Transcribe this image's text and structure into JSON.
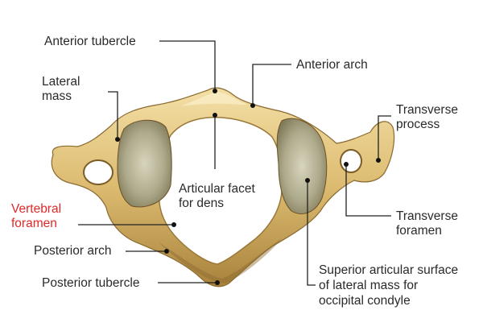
{
  "diagram": {
    "accent_color": "#e02828",
    "bone_colors": {
      "light": "#f6e6b4",
      "mid": "#d9b96e",
      "dark": "#a8823c",
      "shadow": "#6e5226"
    },
    "labels": {
      "anterior_tubercle": "Anterior tubercle",
      "anterior_arch": "Anterior arch",
      "lateral_mass_line1": "Lateral",
      "lateral_mass_line2": "mass",
      "transverse_process_line1": "Transverse",
      "transverse_process_line2": "process",
      "articular_facet_line1": "Articular facet",
      "articular_facet_line2": "for dens",
      "vertebral_foramen_line1": "Vertebral",
      "vertebral_foramen_line2": "foramen",
      "transverse_foramen_line1": "Transverse",
      "transverse_foramen_line2": "foramen",
      "posterior_arch": "Posterior arch",
      "posterior_tubercle": "Posterior tubercle",
      "superior_surface_line1": "Superior articular surface",
      "superior_surface_line2": "of lateral mass for",
      "superior_surface_line3": "occipital condyle"
    }
  }
}
